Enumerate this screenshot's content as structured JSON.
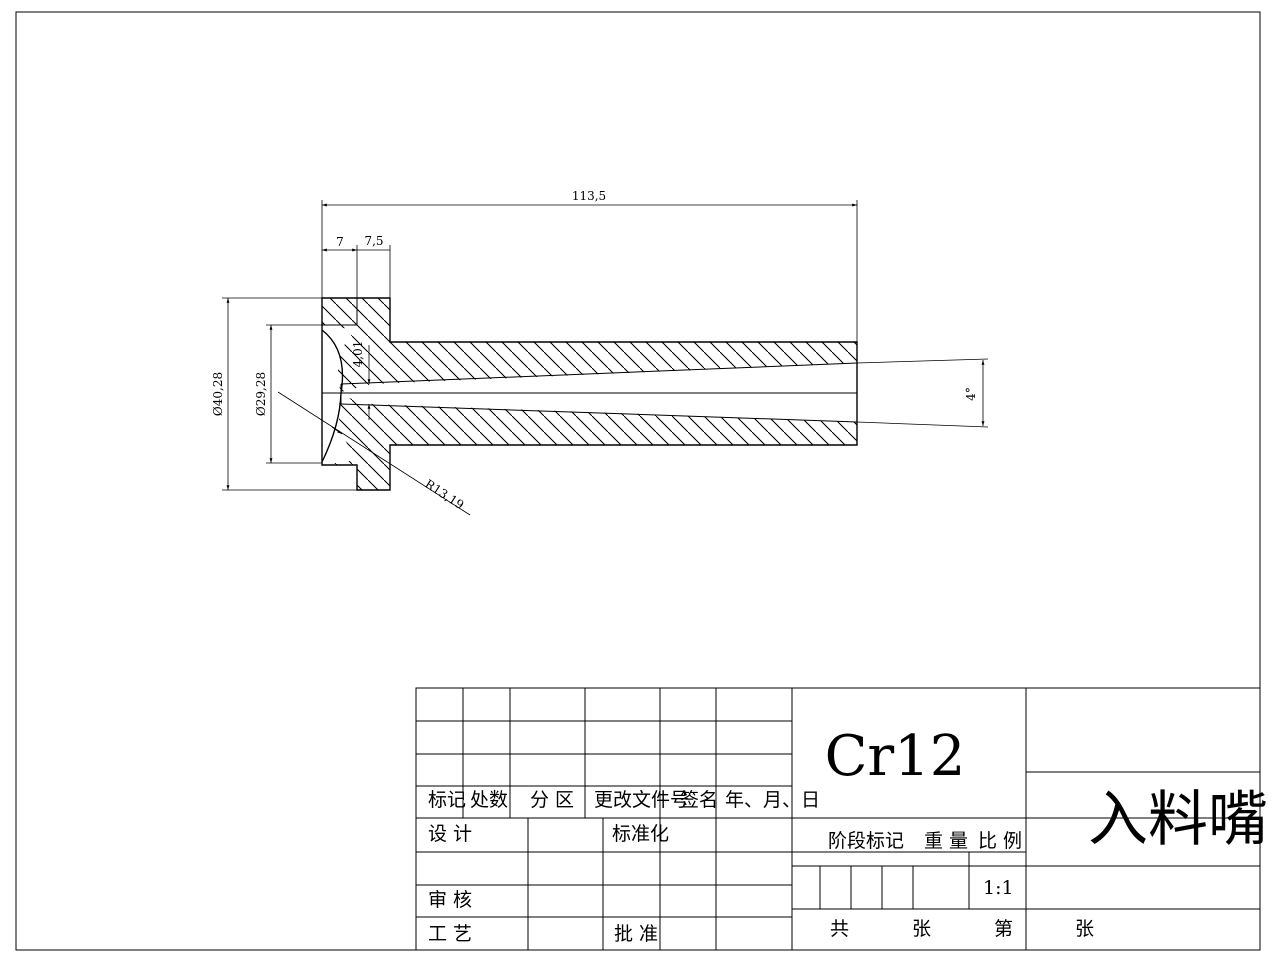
{
  "drawing": {
    "dimensions": {
      "total_length": "113,5",
      "flange_left": "7",
      "flange_right": "7,5",
      "outer_diameter": "Ø40,28",
      "inner_diameter": "Ø29,28",
      "bore": "4,01",
      "radius": "R13,19",
      "taper_angle": "4°"
    }
  },
  "title_block": {
    "material": "Cr12",
    "part_name": "入料嘴",
    "scale": "1:1",
    "revision_header": [
      "标记",
      "处数",
      "分 区",
      "更改文件号",
      "签名",
      "年、月、日"
    ],
    "design": "设 计",
    "standardization": "标准化",
    "review": "审 核",
    "process": "工 艺",
    "approve": "批 准",
    "stage_mark": "阶段标记",
    "weight": "重 量",
    "ratio": "比 例",
    "total_sheets": "共",
    "sheet_unit": "张",
    "sheet_no": "第",
    "sheet_unit2": "张"
  }
}
